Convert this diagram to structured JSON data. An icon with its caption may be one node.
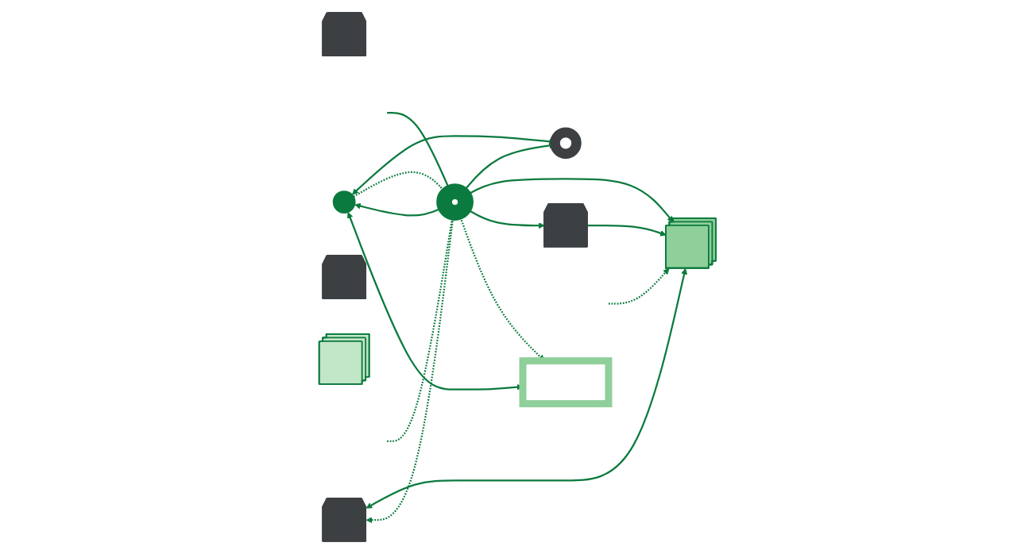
{
  "diagram": {
    "nodes": [
      {
        "text": [],
        "shape": "factory"
      },
      {
        "text": [],
        "shape": "box"
      },
      {
        "text": [],
        "shape": "factory"
      },
      {
        "text": [],
        "shape": "circle"
      },
      {
        "text": [],
        "shape": "ring"
      },
      {
        "text": [],
        "shape": "stack"
      },
      {
        "text": [],
        "shape": "factory"
      },
      {
        "text": [],
        "shape": "ring"
      },
      {
        "text": [],
        "shape": "factory"
      },
      {
        "text": [],
        "shape": "stack"
      }
    ],
    "edges": [
      {
        "from": 3,
        "to": 1,
        "arrow": "both"
      },
      {
        "from": 4,
        "to": 1,
        "arrow": "both",
        "style": "dashed"
      },
      {
        "from": 4,
        "to": 2,
        "arrow": "both"
      },
      {
        "from": 2,
        "to": 5,
        "arrow": "to"
      },
      {
        "from": 3,
        "to": 4,
        "arrow": "both"
      },
      {
        "from": 3,
        "to": 4,
        "arrow": "to",
        "style": "dashed"
      },
      {
        "from": null,
        "to": 4,
        "arrow": "to",
        "style": "dashed"
      },
      {
        "from": 4,
        "to": 5,
        "arrow": "to"
      },
      {
        "from": 3,
        "to": 7,
        "arrow": "both"
      },
      {
        "from": 4,
        "to": 7,
        "arrow": "to"
      },
      {
        "from": null,
        "to": 4,
        "arrow": "to"
      },
      {
        "from": 6,
        "to": 4,
        "arrow": "both",
        "style": "dashed"
      },
      {
        "from": 6,
        "to": 5,
        "arrow": "both"
      },
      {
        "from": null,
        "to": 5,
        "arrow": "to",
        "style": "dashed"
      }
    ]
  }
}
